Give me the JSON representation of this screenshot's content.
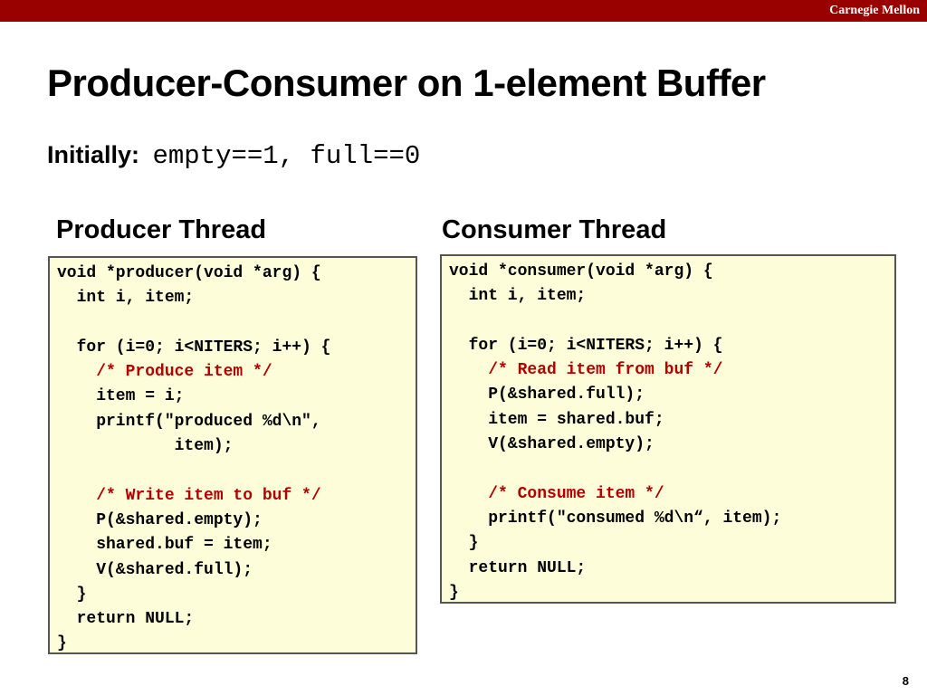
{
  "header": {
    "brand": "Carnegie Mellon",
    "brand_color": "#990000"
  },
  "title": "Producer-Consumer on 1-element Buffer",
  "initially": {
    "label": "Initially:",
    "value": "empty==1, full==0"
  },
  "producer": {
    "heading": "Producer Thread",
    "lines": [
      {
        "text": "void *producer(void *arg) {",
        "comment": false
      },
      {
        "text": "  int i, item;",
        "comment": false
      },
      {
        "text": "",
        "comment": false
      },
      {
        "text": "  for (i=0; i<NITERS; i++) {",
        "comment": false
      },
      {
        "text": "    /* Produce item */",
        "comment": true
      },
      {
        "text": "    item = i;",
        "comment": false
      },
      {
        "text": "    printf(\"produced %d\\n\",",
        "comment": false
      },
      {
        "text": "            item);",
        "comment": false
      },
      {
        "text": "",
        "comment": false
      },
      {
        "text": "    /* Write item to buf */",
        "comment": true
      },
      {
        "text": "    P(&shared.empty);",
        "comment": false
      },
      {
        "text": "    shared.buf = item;",
        "comment": false
      },
      {
        "text": "    V(&shared.full);",
        "comment": false
      },
      {
        "text": "  }",
        "comment": false
      },
      {
        "text": "  return NULL;",
        "comment": false
      },
      {
        "text": "}",
        "comment": false
      }
    ]
  },
  "consumer": {
    "heading": "Consumer Thread",
    "lines": [
      {
        "text": "void *consumer(void *arg) {",
        "comment": false
      },
      {
        "text": "  int i, item;",
        "comment": false
      },
      {
        "text": "",
        "comment": false
      },
      {
        "text": "  for (i=0; i<NITERS; i++) {",
        "comment": false
      },
      {
        "text": "    /* Read item from buf */",
        "comment": true
      },
      {
        "text": "    P(&shared.full);",
        "comment": false
      },
      {
        "text": "    item = shared.buf;",
        "comment": false
      },
      {
        "text": "    V(&shared.empty);",
        "comment": false
      },
      {
        "text": "",
        "comment": false
      },
      {
        "text": "    /* Consume item */",
        "comment": true
      },
      {
        "text": "    printf(\"consumed %d\\n“, item);",
        "comment": false
      },
      {
        "text": "  }",
        "comment": false
      },
      {
        "text": "  return NULL;",
        "comment": false
      },
      {
        "text": "}",
        "comment": false
      }
    ]
  },
  "page_number": "8"
}
